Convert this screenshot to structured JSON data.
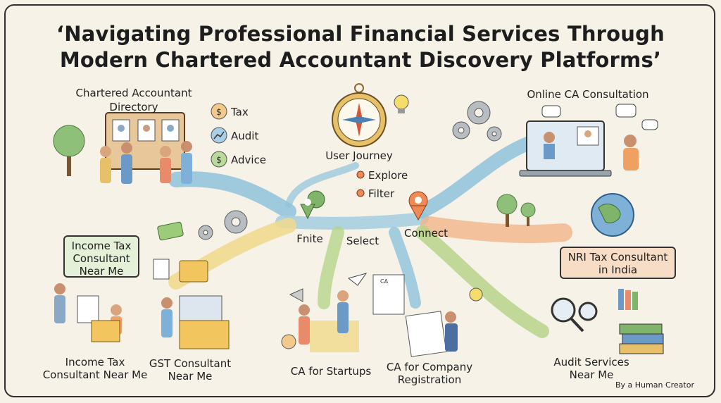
{
  "title": {
    "line1": "‘Navigating Professional Financial Services Through",
    "line2": "Modern Chartered Accountant Discovery Platforms’"
  },
  "directory": {
    "heading_line1": "Chartered Accountant",
    "heading_line2": "Directory",
    "tags": [
      "Tax",
      "Audit",
      "Advice"
    ]
  },
  "journey": {
    "heading": "User Journey",
    "steps": [
      "Explore",
      "Filter"
    ],
    "find": "Fnite",
    "select": "Select",
    "connect": "Connect"
  },
  "online": {
    "label": "Online CA Consultation"
  },
  "nri": {
    "line1": "NRI Tax Consultant",
    "line2": "in India"
  },
  "income_box": {
    "line1": "Income Tax",
    "line2": "Consultant",
    "line3": "Near Me"
  },
  "income_bottom": {
    "line1": "Income Tax",
    "line2": "Consultant Near Me"
  },
  "gst": {
    "line1": "GST Consultant",
    "line2": "Near Me"
  },
  "startups": {
    "label": "CA for Startups"
  },
  "company": {
    "line1": "CA for Company",
    "line2": "Registration"
  },
  "audit": {
    "line1": "Audit Services",
    "line2": "Near Me"
  },
  "credit": "By a Human Creator",
  "colors": {
    "background": "#f6f2e8",
    "path_blue": "#8fc3dc",
    "path_green": "#b7d48a",
    "path_orange": "#f2b58a",
    "path_yellow": "#f1d98a",
    "pin_orange": "#f08a55",
    "pin_green": "#7fb46a"
  }
}
